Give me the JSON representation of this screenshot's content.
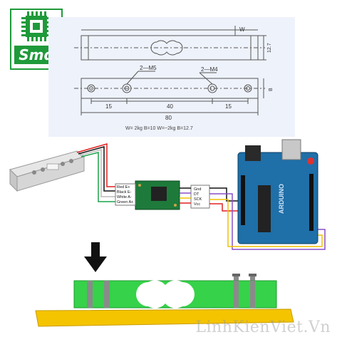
{
  "logo": {
    "text": "Smd",
    "color": "#1f9a3a"
  },
  "drawing": {
    "dim_w": "W",
    "dim_height": "12.7",
    "dim_b": "B",
    "hole_left": "2—M5",
    "hole_right": "2—M4",
    "dim_15_left": "15",
    "dim_40": "40",
    "dim_15_right": "15",
    "dim_80": "80",
    "spec": "W= 2kg   B=10   W=~2kg   B=12.7",
    "background": "#eef2fb"
  },
  "wiring": {
    "module_left_pins": [
      "Red E+",
      "Black E-",
      "White A-",
      "Green A+"
    ],
    "module_right_pins": [
      "Gnd",
      "DT",
      "SCK",
      "Vcc"
    ],
    "wire_colors": {
      "red": "#e02020",
      "black": "#111111",
      "white": "#dddddd",
      "green": "#1aa34a",
      "yellow": "#f2c200",
      "purple": "#8a4fc8"
    },
    "arduino_color": "#1f6fa8",
    "module_color": "#1e7a3a"
  },
  "beam": {
    "arrow": "down-arrow-icon",
    "beam_color": "#35d24a",
    "base_color": "#f5c400"
  },
  "watermark": "LinhKienViet.Vn"
}
